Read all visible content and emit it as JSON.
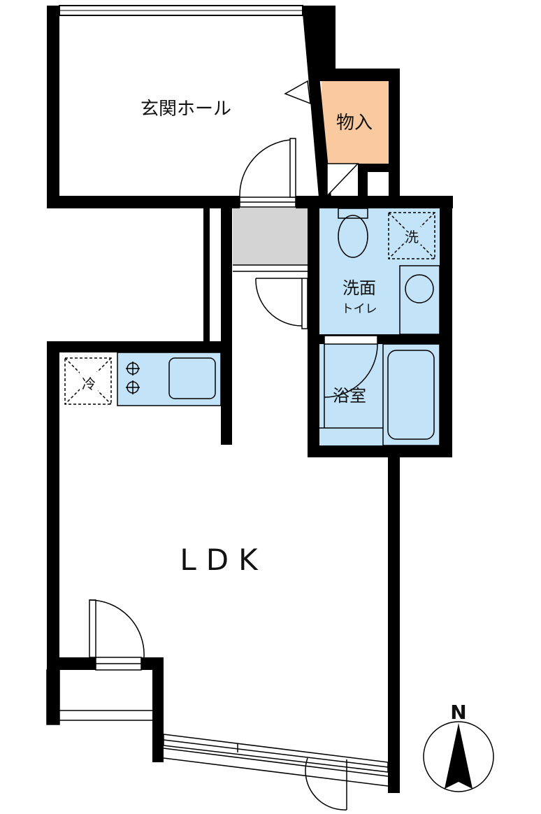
{
  "rooms": {
    "entrance_hall": "玄関ホール",
    "storage": "物入",
    "washroom": "洗面",
    "toilet": "トイレ",
    "bathroom": "浴室",
    "ldk": "LDK"
  },
  "appliances": {
    "washer_mark": "洗",
    "fridge_mark": "冷"
  },
  "compass": {
    "north_label": "N"
  },
  "colors": {
    "wall": "#000000",
    "wet_area": "#c3e3f8",
    "storage": "#f9c99f",
    "corridor": "#d4d4d4"
  }
}
